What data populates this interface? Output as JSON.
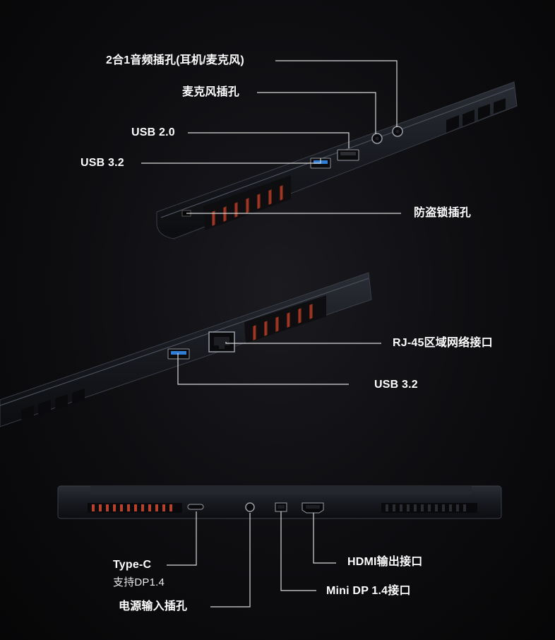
{
  "labels": {
    "audio_combo": "2合1音频插孔(耳机/麦克风)",
    "mic_jack": "麦克风插孔",
    "usb20_left": "USB 2.0",
    "usb32_left": "USB 3.2",
    "kensington": "防盗锁插孔",
    "rj45": "RJ-45区域网络接口",
    "usb32_right": "USB 3.2",
    "typec": "Type-C",
    "typec_note": "支持DP1.4",
    "power": "电源输入插孔",
    "minidp": "Mini DP 1.4接口",
    "hdmi": "HDMI输出接口"
  },
  "icons": {
    "port_icons": [
      "audio-jack-icon",
      "usb-icon",
      "ethernet-icon",
      "lock-icon",
      "hdmi-icon",
      "mini-displayport-icon",
      "usb-c-icon",
      "power-icon"
    ]
  },
  "colors": {
    "background": "#0b0b0d",
    "chassis": "#1a1c22",
    "vent_accent": "#b5412a",
    "usb3_blue": "#2f7fd6",
    "leader_line": "#d8d8d8",
    "text": "#ffffff"
  }
}
